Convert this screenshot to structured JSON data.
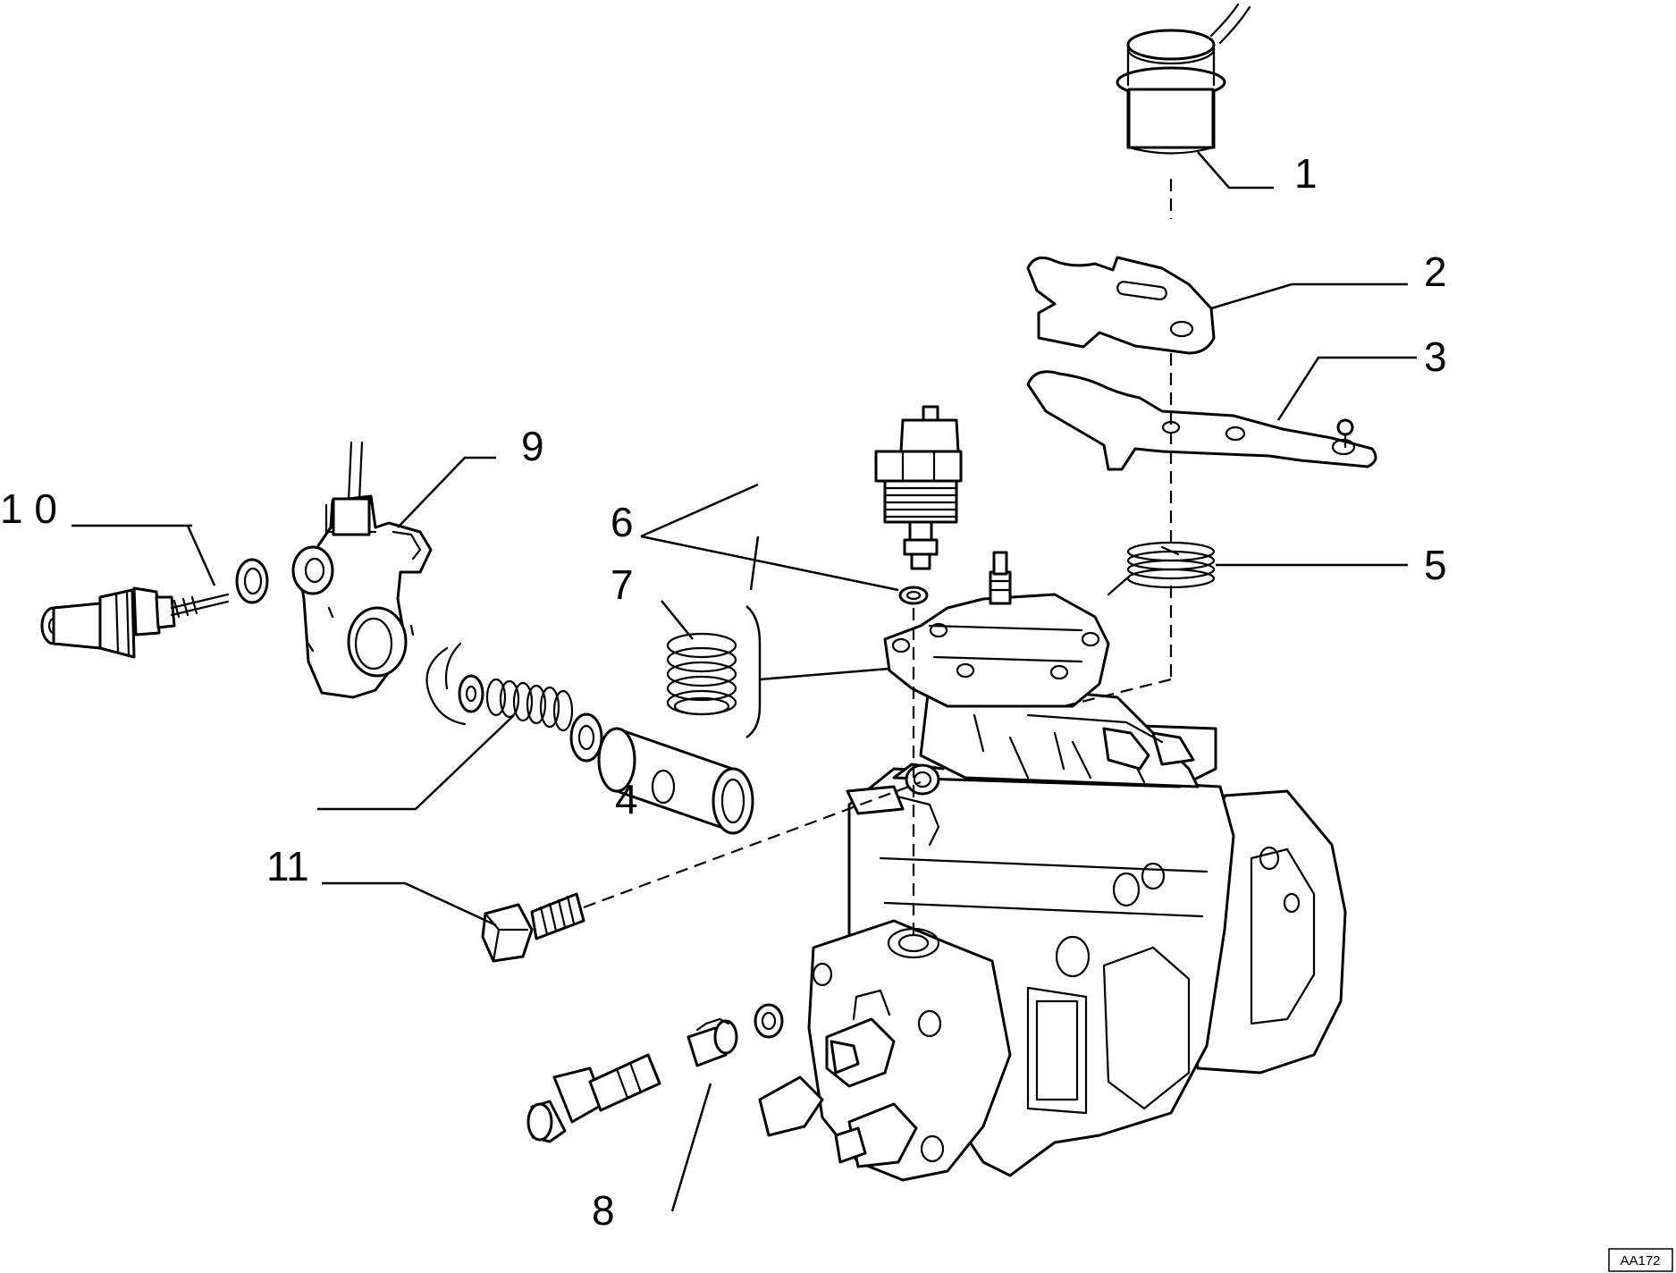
{
  "callouts": {
    "c1": "1",
    "c2": "2",
    "c3": "3",
    "c4": "4",
    "c5": "5",
    "c6": "6",
    "c7": "7",
    "c8": "8",
    "c9": "9",
    "c10": "1 0",
    "c11": "11"
  },
  "reference_code": "AA172",
  "colors": {
    "line": "#000000",
    "background": "#ffffff"
  }
}
